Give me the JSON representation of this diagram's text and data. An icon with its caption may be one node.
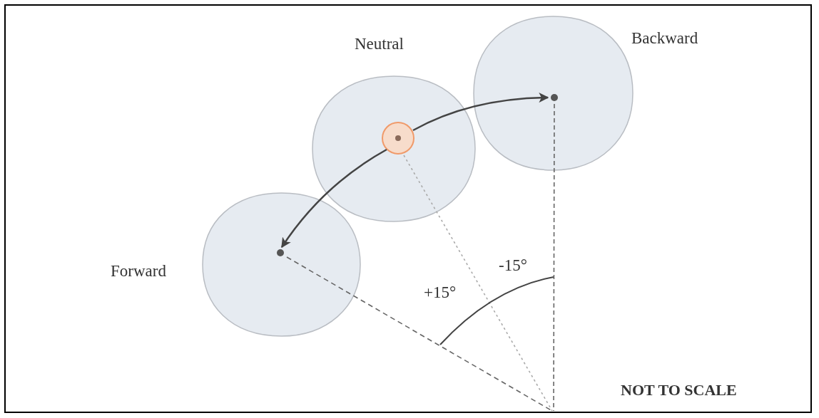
{
  "diagram": {
    "nodes": [
      {
        "text": [
          "Neutral"
        ]
      },
      {
        "text": [],
        "shape": "circle",
        "in": 0
      },
      {
        "text": [
          "Backward"
        ]
      },
      {
        "text": [],
        "shape": "circle",
        "in": 2
      },
      {
        "text": [
          "Forward"
        ]
      },
      {
        "text": [],
        "shape": "circle",
        "in": 4
      }
    ],
    "edges": [
      {
        "from": 1,
        "to": 3,
        "arrow": "to"
      },
      {
        "from": 1,
        "to": 5,
        "arrow": "to"
      }
    ],
    "labels": [
      "-15°",
      "+15°",
      "NOT TO SCALE"
    ]
  }
}
